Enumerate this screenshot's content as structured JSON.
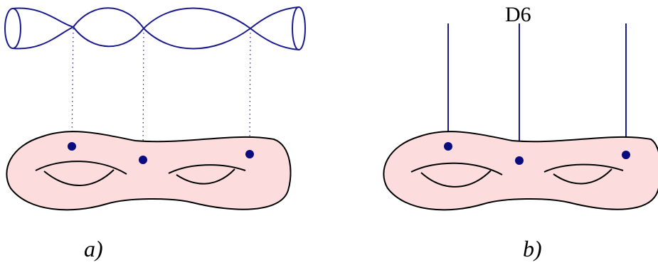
{
  "panel_a": {
    "label": "a)"
  },
  "panel_b": {
    "label": "b)",
    "brane_label": "D6"
  },
  "colors": {
    "surface_fill": "#fcdcdc",
    "outline": "#000000",
    "fiber": "#1a1a8c",
    "point": "#0b0b80"
  }
}
